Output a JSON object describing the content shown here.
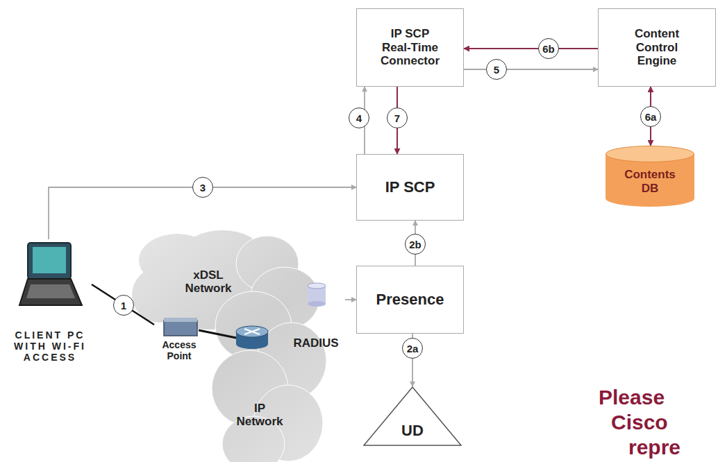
{
  "diagram": {
    "nodes": [
      {
        "text": [
          "IP SCP Real-Time Connector"
        ]
      },
      {
        "text": [
          "Content Control Engine"
        ]
      },
      {
        "text": [
          "IP SCP"
        ]
      },
      {
        "text": [
          "Contents DB"
        ]
      },
      {
        "text": [
          "CLIENT PC WITH WI-FI ACCESS"
        ]
      },
      {
        "text": [
          "Presence"
        ]
      },
      {
        "text": [
          "Access Point"
        ]
      },
      {
        "text": [
          "RADIUS"
        ]
      },
      {
        "text": [
          "UD"
        ]
      }
    ],
    "edges": [
      {
        "from": 4,
        "to": 2,
        "label": "3",
        "arrow": "to"
      },
      {
        "from": 4,
        "to": 6,
        "label": "1",
        "arrow": "none"
      },
      {
        "from": 7,
        "to": 5,
        "arrow": "to"
      },
      {
        "from": 5,
        "to": 2,
        "label": "2b",
        "arrow": "to"
      },
      {
        "from": 5,
        "to": 8,
        "label": "2a",
        "arrow": "to"
      },
      {
        "from": 2,
        "to": 0,
        "label": "4",
        "arrow": "to"
      },
      {
        "from": 0,
        "to": 2,
        "label": "7",
        "arrow": "to"
      },
      {
        "from": 0,
        "to": 1,
        "label": "5",
        "arrow": "to"
      },
      {
        "from": 1,
        "to": 0,
        "label": "6b",
        "arrow": "to"
      },
      {
        "from": 1,
        "to": 3,
        "label": "6a",
        "arrow": "both"
      }
    ],
    "labels": [
      "xDSL Network",
      "IP Network",
      "Please",
      "Cisco",
      "repre"
    ]
  }
}
